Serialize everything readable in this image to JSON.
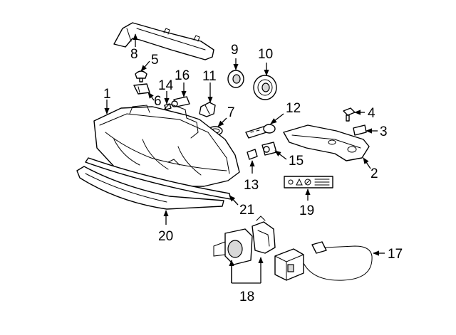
{
  "callouts": {
    "c1": "1",
    "c2": "2",
    "c3": "3",
    "c4": "4",
    "c5": "5",
    "c6": "6",
    "c7": "7",
    "c8": "8",
    "c9": "9",
    "c10": "10",
    "c11": "11",
    "c12": "12",
    "c13": "13",
    "c14": "14",
    "c15": "15",
    "c16": "16",
    "c17": "17",
    "c18": "18",
    "c19": "19",
    "c20": "20",
    "c21": "21"
  },
  "colors": {
    "line": "#000000",
    "background": "#ffffff",
    "shade": "#d8d8d8"
  }
}
